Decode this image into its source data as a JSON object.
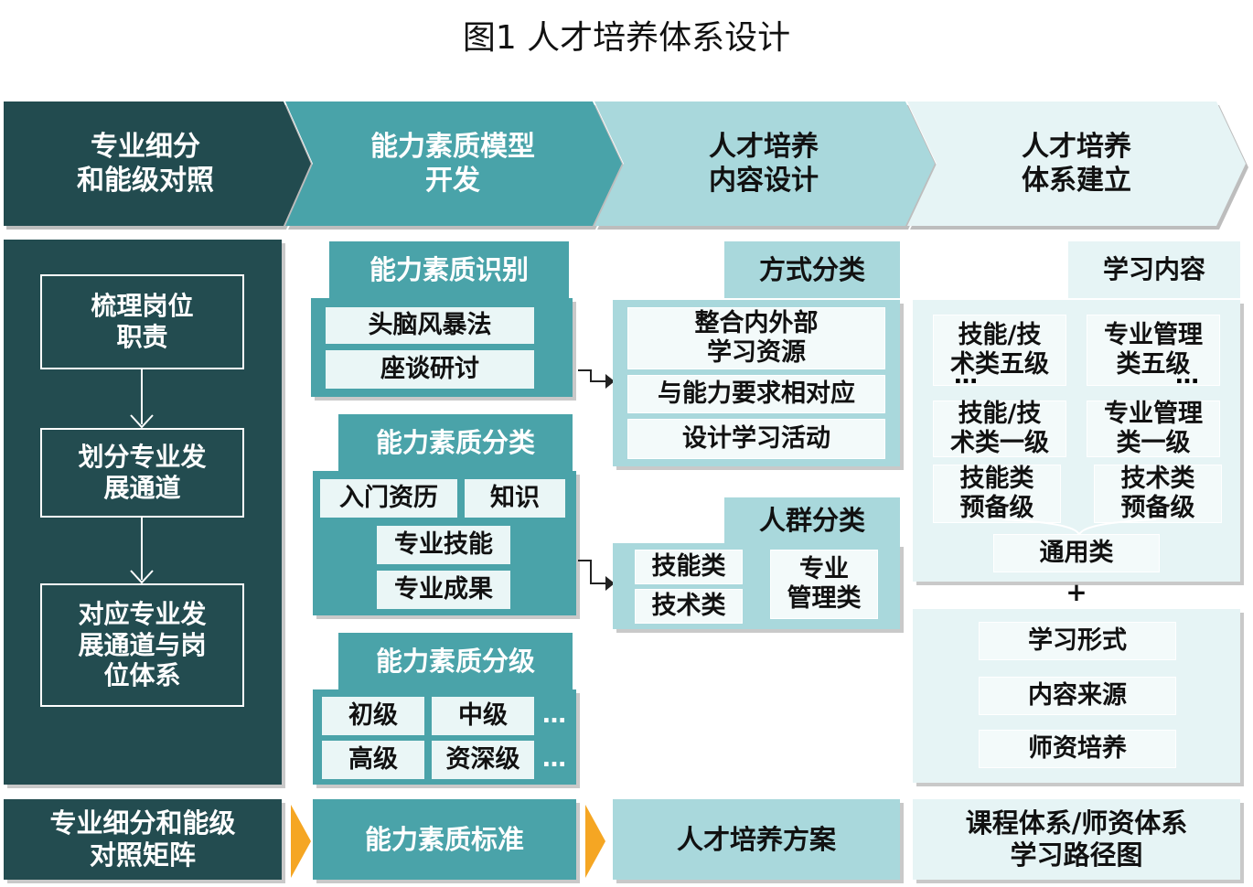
{
  "title": "图1  人才培养体系设计",
  "colors": {
    "dark": "#234c50",
    "mid": "#4aa3a9",
    "light": "#a9d8dc",
    "pale": "#e6f4f5",
    "arrow": "#f5a623"
  },
  "stages": [
    {
      "label": "专业细分\n和能级对照"
    },
    {
      "label": "能力素质模型\n开发"
    },
    {
      "label": "人才培养\n内容设计"
    },
    {
      "label": "人才培养\n体系建立"
    }
  ],
  "col1": {
    "steps": [
      "梳理岗位\n职责",
      "划分专业发\n展通道",
      "对应专业发\n展通道与岗\n位体系"
    ],
    "output": "专业细分和能级\n对照矩阵"
  },
  "col2": {
    "identify": {
      "header": "能力素质识别",
      "items": [
        "头脑风暴法",
        "座谈研讨"
      ]
    },
    "classify": {
      "header": "能力素质分类",
      "items": [
        "入门资历",
        "知识",
        "专业技能",
        "专业成果"
      ]
    },
    "grade": {
      "header": "能力素质分级",
      "items": [
        "初级",
        "中级",
        "高级",
        "资深级"
      ],
      "ellipsis": "…"
    },
    "output": "能力素质标准"
  },
  "col3": {
    "method": {
      "header": "方式分类",
      "items": [
        "整合内外部\n学习资源",
        "与能力要求相对应",
        "设计学习活动"
      ]
    },
    "crowd": {
      "header": "人群分类",
      "items": [
        "技能类",
        "技术类",
        "专业\n管理类"
      ]
    },
    "output": "人才培养方案"
  },
  "col4": {
    "content": {
      "header": "学习内容",
      "grid": [
        "技能/技\n术类五级",
        "专业管理\n类五级",
        "技能/技\n术类一级",
        "专业管理\n类一级",
        "技能类\n预备级",
        "技术类\n预备级"
      ],
      "dots": "…",
      "general": "通用类",
      "plus": "+"
    },
    "extras": [
      "学习形式",
      "内容来源",
      "师资培养"
    ],
    "output": "课程体系/师资体系\n学习路径图"
  }
}
